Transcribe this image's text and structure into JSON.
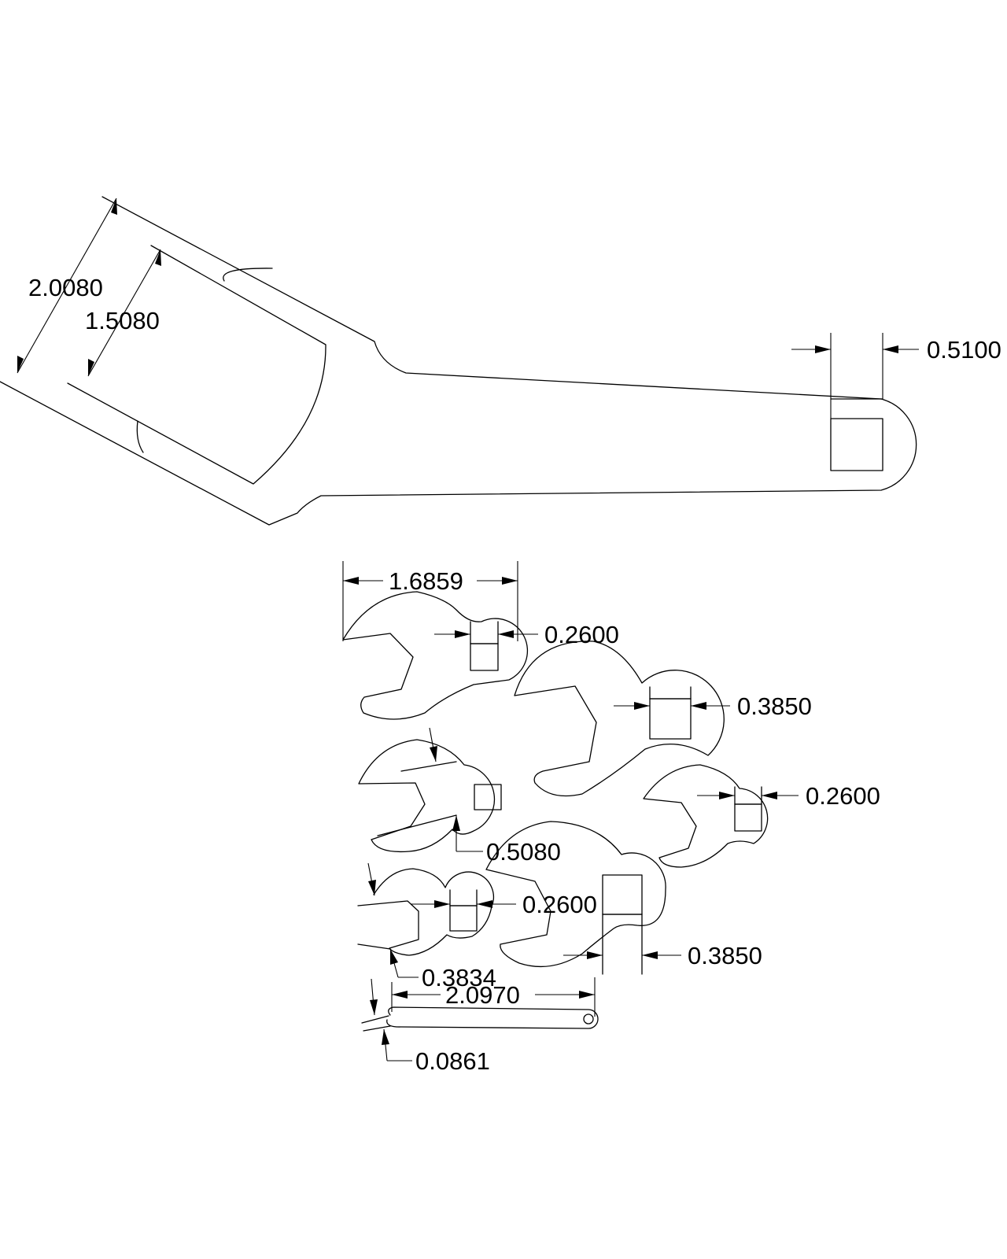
{
  "drawing": {
    "large_wrench": {
      "dims": {
        "jaw_outer": "2.0080",
        "jaw_opening": "1.5080",
        "drive_square": "0.5100"
      }
    },
    "small_wrenches": {
      "dims": {
        "overall_width": "1.6859",
        "square_a": "0.2600",
        "square_b": "0.3850",
        "square_c": "0.2600",
        "jaw_opening_a": "0.5080",
        "square_d": "0.2600",
        "square_e": "0.3850",
        "jaw_opening_b": "0.3834"
      }
    },
    "slim_wrench": {
      "dims": {
        "length": "2.0970",
        "jaw_opening": "0.0861"
      }
    }
  }
}
